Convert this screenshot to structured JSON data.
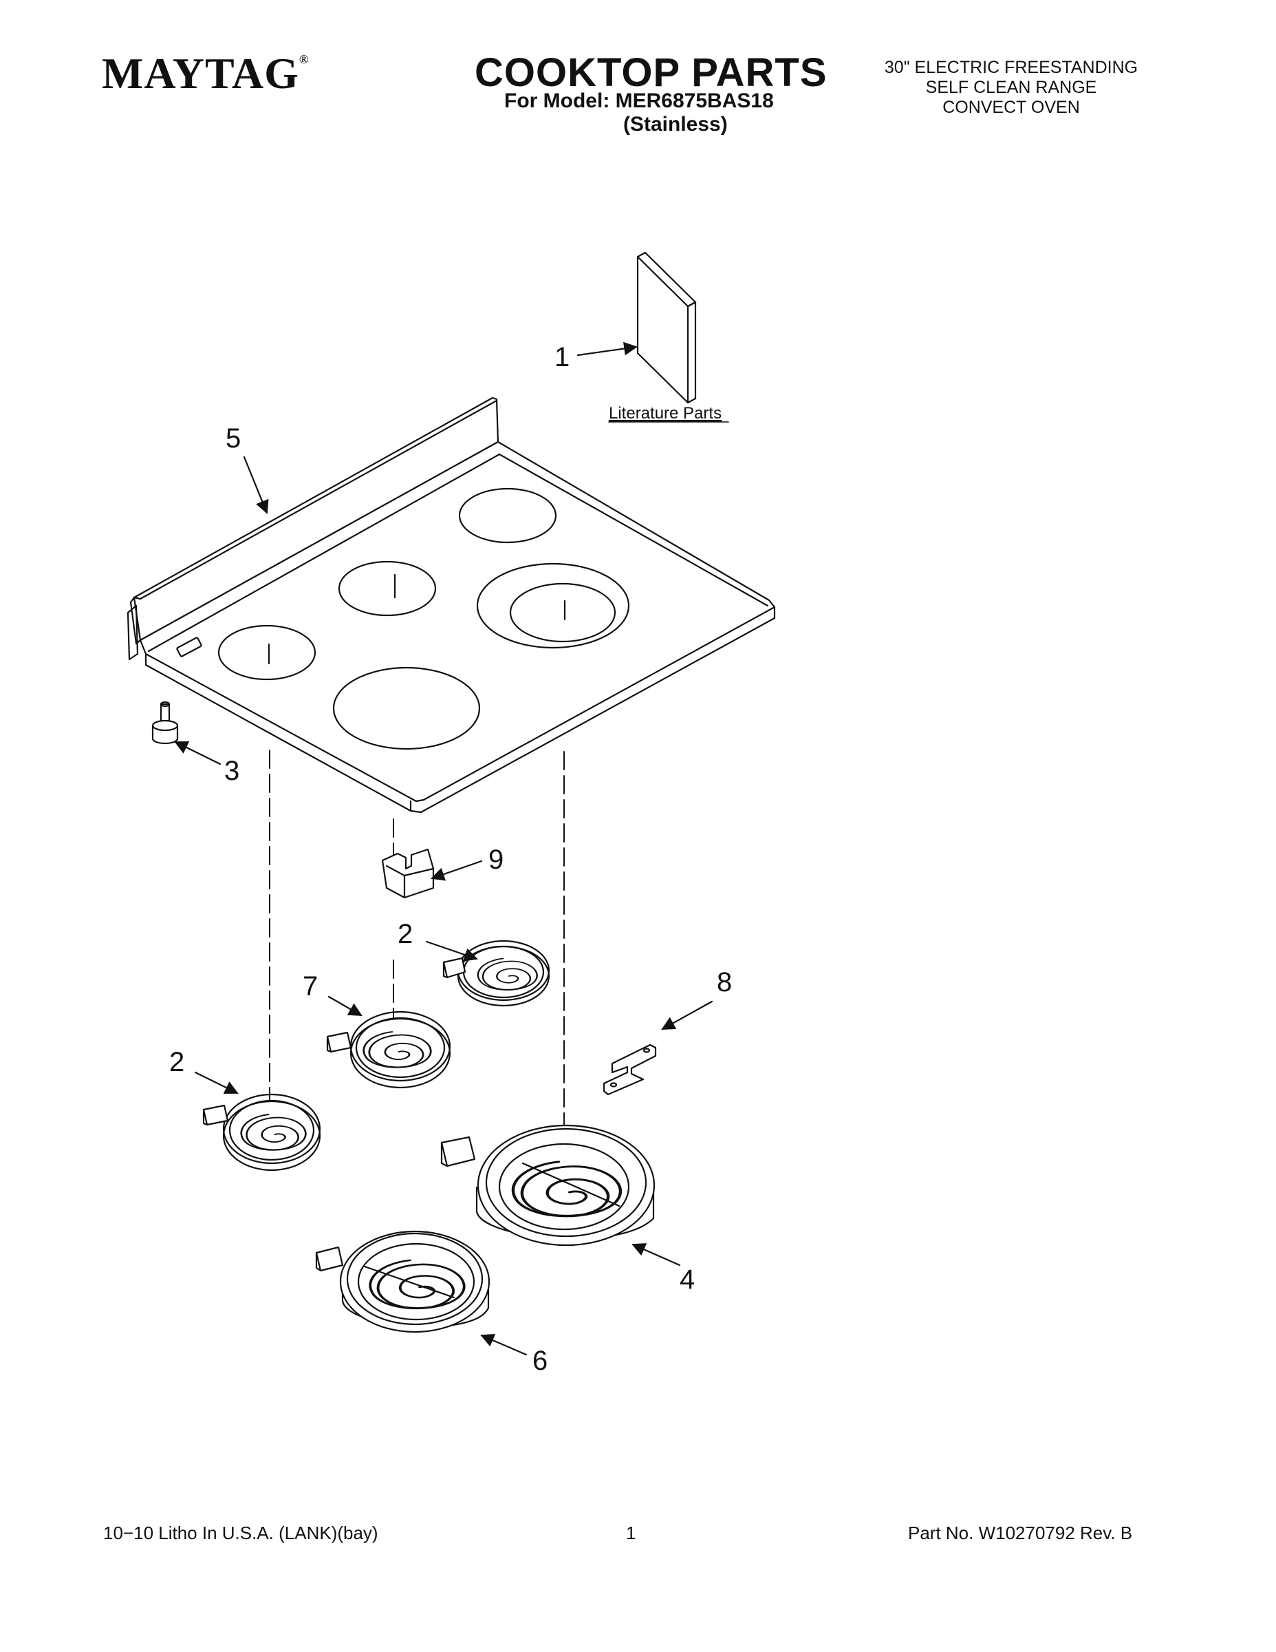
{
  "header": {
    "brand": "MAYTAG",
    "brand_mark": "®",
    "title": "COOKTOP PARTS",
    "model_line": "For Model: MER6875BAS18",
    "finish": "(Stainless)",
    "description": [
      "30\" ELECTRIC FREESTANDING",
      "SELF CLEAN RANGE",
      "CONVECT OVEN"
    ]
  },
  "diagram": {
    "literature_label": "Literature Parts",
    "callouts": {
      "c1": "1",
      "c2a": "2",
      "c2b": "2",
      "c3": "3",
      "c4": "4",
      "c5": "5",
      "c6": "6",
      "c7": "7",
      "c8": "8",
      "c9": "9"
    }
  },
  "footer": {
    "left": "10−10 Litho In U.S.A. (LANK)(bay)",
    "page": "1",
    "part_no": "Part No. W10270792 Rev. B"
  }
}
